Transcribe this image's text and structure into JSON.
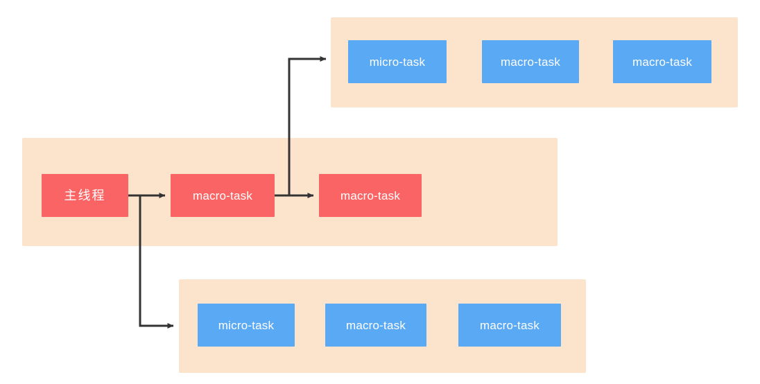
{
  "diagram": {
    "title": "JavaScript Event Loop task queues",
    "colors": {
      "queue_background": "#fce3cc",
      "micro_macro_blue": "#5aa9f5",
      "main_thread_red": "#fa6464",
      "arrow": "#333333",
      "page_background": "#ffffff"
    },
    "queues": {
      "top": {
        "name": "top-task-queue",
        "tasks": [
          {
            "label": "micro-task",
            "kind": "micro"
          },
          {
            "label": "macro-task",
            "kind": "macro"
          },
          {
            "label": "macro-task",
            "kind": "macro"
          }
        ]
      },
      "middle": {
        "name": "main-thread-queue",
        "tasks": [
          {
            "label": "主线程",
            "kind": "main-thread"
          },
          {
            "label": "macro-task",
            "kind": "macro"
          },
          {
            "label": "macro-task",
            "kind": "macro"
          }
        ]
      },
      "bottom": {
        "name": "bottom-task-queue",
        "tasks": [
          {
            "label": "micro-task",
            "kind": "micro"
          },
          {
            "label": "macro-task",
            "kind": "macro"
          },
          {
            "label": "macro-task",
            "kind": "macro"
          }
        ]
      }
    },
    "connectors": [
      {
        "name": "main-thread-to-first-macro-task",
        "from": "主线程",
        "to": "macro-task"
      },
      {
        "name": "first-macro-task-to-second-macro-task",
        "from": "macro-task",
        "to": "macro-task"
      },
      {
        "name": "branch-up-to-top-queue",
        "from": "macro-task",
        "to": "top-task-queue"
      },
      {
        "name": "branch-down-to-bottom-queue",
        "from": "主线程",
        "to": "bottom-task-queue"
      }
    ]
  }
}
